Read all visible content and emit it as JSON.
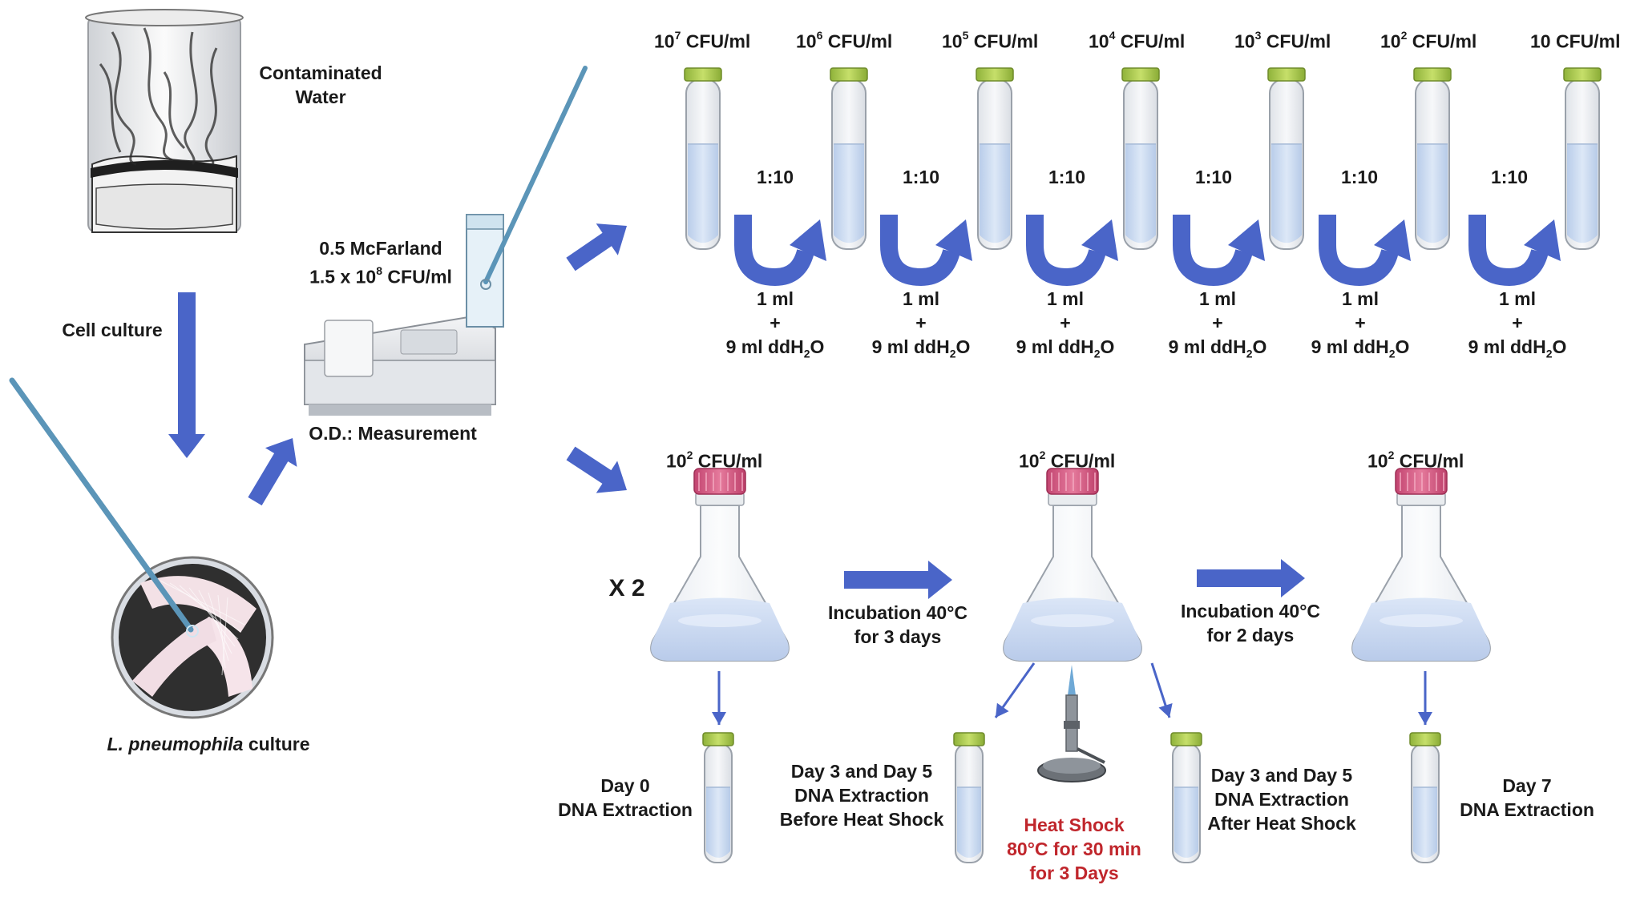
{
  "left": {
    "contaminated_water": [
      "Contaminated",
      "Water"
    ],
    "cell_culture": "Cell culture",
    "culture_label_italic": "L. pneumophila",
    "culture_label_rest": " culture",
    "mcfarland": "0.5 McFarland",
    "cfu_base": "1.5 x 10",
    "cfu_exp": "8",
    "cfu_unit": " CFU/ml",
    "od_measurement": "O.D.: Measurement"
  },
  "dilution": {
    "tubes": [
      {
        "base": "10",
        "exp": "7",
        "unit": " CFU/ml"
      },
      {
        "base": "10",
        "exp": "6",
        "unit": " CFU/ml"
      },
      {
        "base": "10",
        "exp": "5",
        "unit": " CFU/ml"
      },
      {
        "base": "10",
        "exp": "4",
        "unit": " CFU/ml"
      },
      {
        "base": "10",
        "exp": "3",
        "unit": " CFU/ml"
      },
      {
        "base": "10",
        "exp": "2",
        "unit": " CFU/ml"
      },
      {
        "base": "10",
        "exp": "",
        "unit": " CFU/ml"
      }
    ],
    "ratio": "1:10",
    "step_line1": "1 ml",
    "step_line2": "+",
    "step_line3_a": "9 ml ddH",
    "step_line3_sub": "2",
    "step_line3_b": "O"
  },
  "flasks": {
    "conc_base": "10",
    "conc_exp": "2",
    "conc_unit": " CFU/ml",
    "times": "X 2",
    "incubation1": [
      "Incubation 40°C",
      "for 3 days"
    ],
    "incubation2": [
      "Incubation 40°C",
      "for 2 days"
    ],
    "day0": [
      "Day 0",
      "DNA Extraction"
    ],
    "before": [
      "Day 3 and Day 5",
      "DNA Extraction",
      "Before Heat Shock"
    ],
    "heat": [
      "Heat Shock",
      "80°C for 30 min",
      "for 3 Days"
    ],
    "after": [
      "Day 3 and Day 5",
      "DNA Extraction",
      "After Heat Shock"
    ],
    "day7": [
      "Day 7",
      "DNA Extraction"
    ]
  },
  "colors": {
    "arrow": "#4a65c8",
    "tube_liquid": "#c9dbf2",
    "tube_cap": "#a9c94a",
    "flask_cap": "#d65b82",
    "heat_text": "#c0262c"
  }
}
